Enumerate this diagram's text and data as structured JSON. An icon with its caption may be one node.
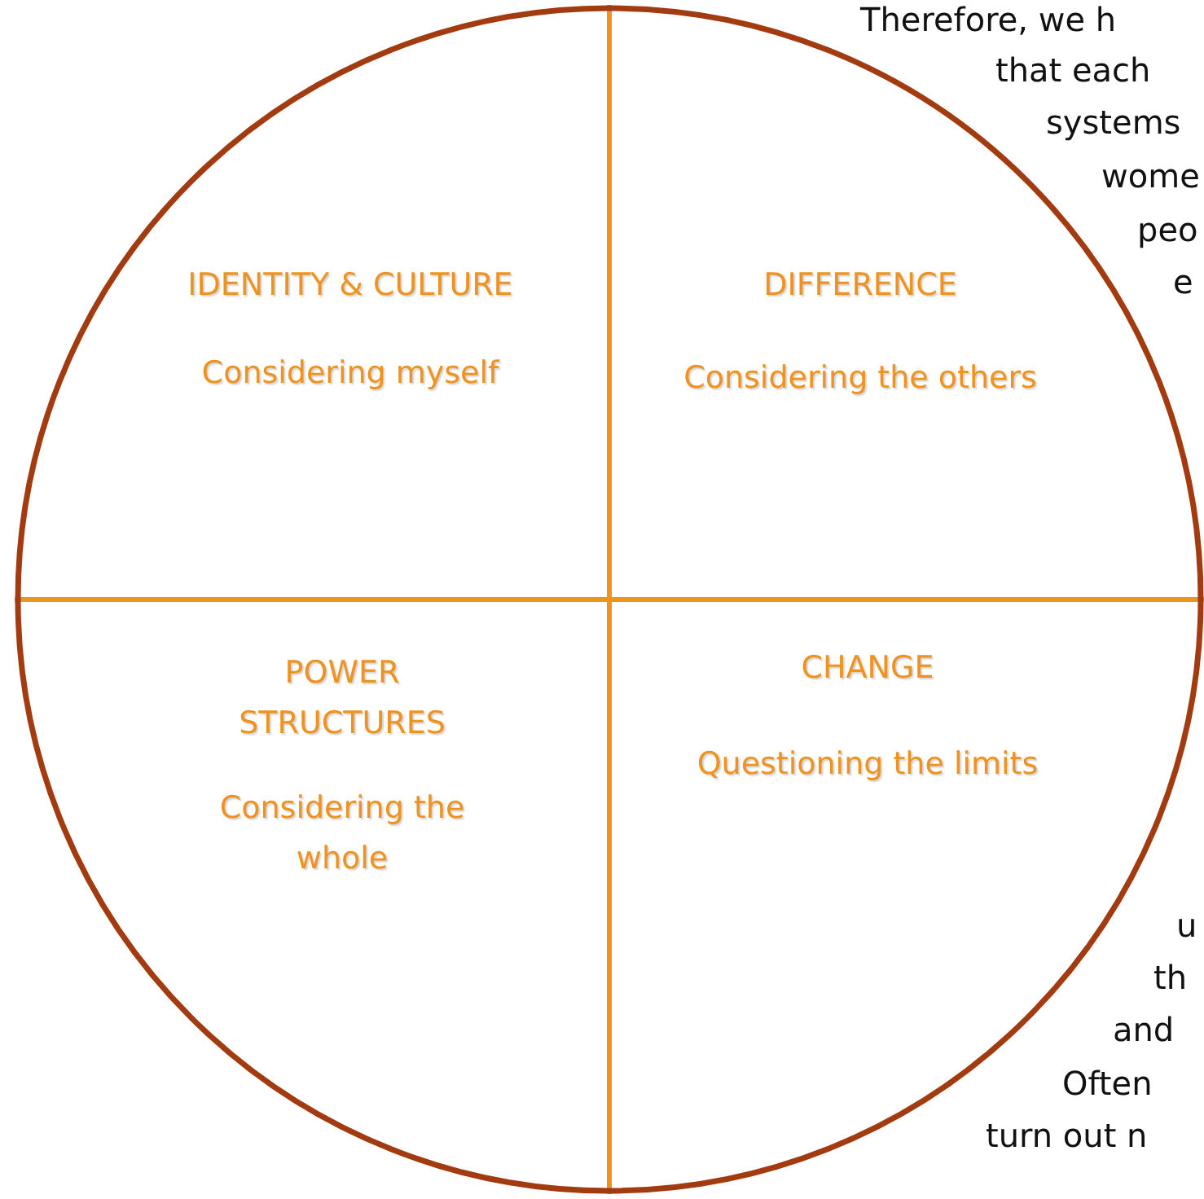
{
  "diagram": {
    "nodes": [
      {
        "text": [],
        "shape": "circle"
      },
      {
        "text": [
          "IDENTITY & CULTURE",
          "Considering myself"
        ],
        "in": 0
      },
      {
        "text": [
          "DIFFERENCE",
          "Considering the others"
        ],
        "in": 0
      },
      {
        "text": [
          "POWER STRUCTURES",
          "Considering the whole"
        ],
        "in": 0
      },
      {
        "text": [
          "CHANGE",
          "Questioning the limits"
        ],
        "in": 0
      }
    ],
    "labels": [
      "Therefore, we h",
      "that each",
      "systems",
      "wome",
      "peo",
      "e",
      "u",
      "th",
      "and",
      "Often",
      "turn out n"
    ]
  }
}
